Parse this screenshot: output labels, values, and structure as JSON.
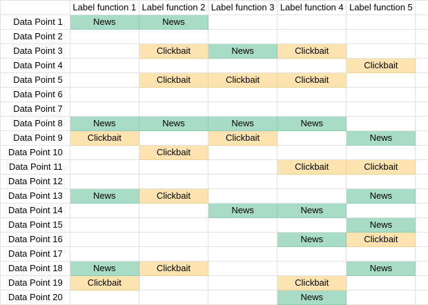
{
  "headers": [
    "",
    "Label function 1",
    "Label function 2",
    "Label function 3",
    "Label function 4",
    "Label function 5"
  ],
  "colors": {
    "news": "#a8dcc6",
    "clickbait": "#fde3af",
    "gridline": "#e2e2e2"
  },
  "rows": [
    {
      "label": "Data Point 1",
      "cells": [
        "News",
        "News",
        "",
        "",
        ""
      ]
    },
    {
      "label": "Data Point 2",
      "cells": [
        "",
        "",
        "",
        "",
        ""
      ]
    },
    {
      "label": "Data Point 3",
      "cells": [
        "",
        "Clickbait",
        "News",
        "Clickbait",
        ""
      ]
    },
    {
      "label": "Data Point 4",
      "cells": [
        "",
        "",
        "",
        "",
        "Clickbait"
      ]
    },
    {
      "label": "Data Point 5",
      "cells": [
        "",
        "Clickbait",
        "Clickbait",
        "Clickbait",
        ""
      ]
    },
    {
      "label": "Data Point 6",
      "cells": [
        "",
        "",
        "",
        "",
        ""
      ]
    },
    {
      "label": "Data Point 7",
      "cells": [
        "",
        "",
        "",
        "",
        ""
      ]
    },
    {
      "label": "Data Point 8",
      "cells": [
        "News",
        "News",
        "News",
        "News",
        ""
      ]
    },
    {
      "label": "Data Point 9",
      "cells": [
        "Clickbait",
        "",
        "Clickbait",
        "",
        "News"
      ]
    },
    {
      "label": "Data Point 10",
      "cells": [
        "",
        "Clickbait",
        "",
        "",
        ""
      ]
    },
    {
      "label": "Data Point 11",
      "cells": [
        "",
        "",
        "",
        "Clickbait",
        "Clickbait"
      ]
    },
    {
      "label": "Data Point 12",
      "cells": [
        "",
        "",
        "",
        "",
        ""
      ]
    },
    {
      "label": "Data Point 13",
      "cells": [
        "News",
        "Clickbait",
        "",
        "",
        "News"
      ]
    },
    {
      "label": "Data Point 14",
      "cells": [
        "",
        "",
        "News",
        "News",
        ""
      ]
    },
    {
      "label": "Data Point 15",
      "cells": [
        "",
        "",
        "",
        "",
        "News"
      ]
    },
    {
      "label": "Data Point 16",
      "cells": [
        "",
        "",
        "",
        "News",
        "Clickbait"
      ]
    },
    {
      "label": "Data Point 17",
      "cells": [
        "",
        "",
        "",
        "",
        ""
      ]
    },
    {
      "label": "Data Point 18",
      "cells": [
        "News",
        "Clickbait",
        "",
        "",
        "News"
      ]
    },
    {
      "label": "Data Point 19",
      "cells": [
        "Clickbait",
        "",
        "",
        "Clickbait",
        ""
      ]
    },
    {
      "label": "Data Point 20",
      "cells": [
        "",
        "",
        "",
        "News",
        ""
      ]
    }
  ]
}
